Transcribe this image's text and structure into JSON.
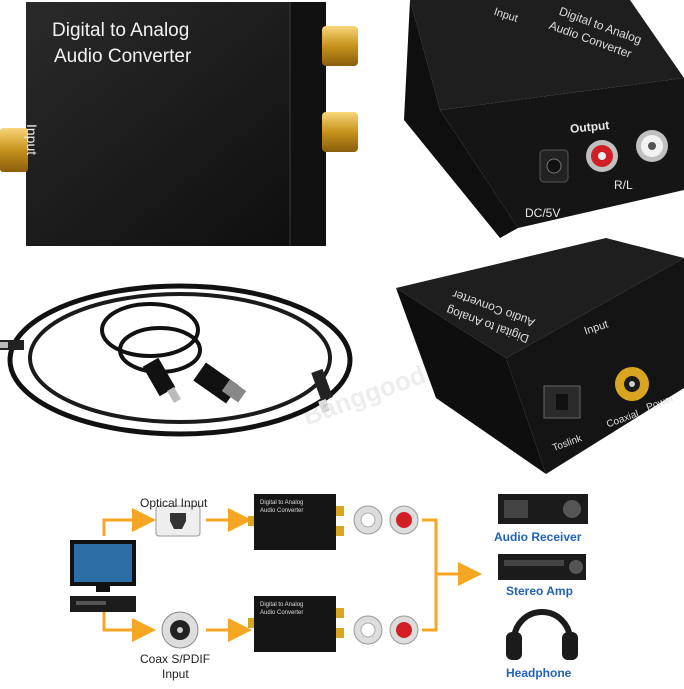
{
  "photo_top_left": {
    "line1": "Digital to Analog",
    "line2": "Audio Converter",
    "input_label": "Input"
  },
  "photo_top_right": {
    "top_line1": "Digital to Analog",
    "top_line2": "Audio Converter",
    "input_label": "Input",
    "output_label": "Output",
    "rl_label": "R/L",
    "dc_label": "DC/5V"
  },
  "photo_mid_right": {
    "top_line1": "Digital to Analog",
    "top_line2": "Audio Converter",
    "input_label": "Input",
    "toslink_label": "Toslink",
    "coaxial_label": "Coaxial",
    "power_label": "Power"
  },
  "watermark": "Banggood",
  "diagram": {
    "optical_input": "Optical Input",
    "coax_input_line1": "Coax S/PDIF",
    "coax_input_line2": "Input",
    "device_line1": "Digital to Analog",
    "device_line2": "Audio Converter",
    "audio_receiver": "Audio Receiver",
    "stereo_amp": "Stereo Amp",
    "headphone": "Headphone"
  },
  "colors": {
    "arrow": "#f5a623",
    "label_blue": "#1f63b8",
    "box": "#1a1a1a",
    "gold": "#d9a521",
    "rca_red": "#d11f26"
  }
}
